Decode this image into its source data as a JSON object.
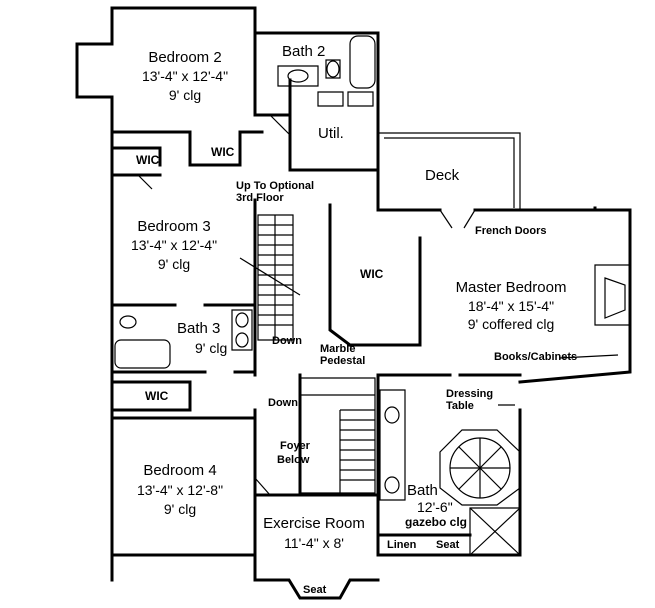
{
  "rooms": {
    "bedroom2": {
      "name": "Bedroom 2",
      "dims": "13'-4\" x 12'-4\"",
      "ceiling": "9' clg"
    },
    "bath2": {
      "name": "Bath 2"
    },
    "util": {
      "name": "Util."
    },
    "wic_b2a": {
      "name": "WIC"
    },
    "wic_b2b": {
      "name": "WIC"
    },
    "stair_note": {
      "line1": "Up To Optional",
      "line2": "3rd Floor"
    },
    "bedroom3": {
      "name": "Bedroom 3",
      "dims": "13'-4\" x 12'-4\"",
      "ceiling": "9' clg"
    },
    "bath3": {
      "name": "Bath 3",
      "ceiling": "9' clg"
    },
    "wic_b4": {
      "name": "WIC"
    },
    "bedroom4": {
      "name": "Bedroom 4",
      "dims": "13'-4\" x 12'-8\"",
      "ceiling": "9' clg"
    },
    "deck": {
      "name": "Deck"
    },
    "french_doors": {
      "name": "French Doors"
    },
    "wic_master": {
      "name": "WIC"
    },
    "master": {
      "name": "Master Bedroom",
      "dims": "18'-4\" x 15'-4\"",
      "ceiling": "9' coffered clg"
    },
    "books": {
      "name": "Books/Cabinets"
    },
    "down1": {
      "name": "Down"
    },
    "marble": {
      "line1": "Marble",
      "line2": "Pedestal"
    },
    "down2": {
      "name": "Down"
    },
    "dressing": {
      "line1": "Dressing",
      "line2": "Table"
    },
    "foyer": {
      "line1": "Foyer",
      "line2": "Below"
    },
    "master_bath": {
      "name": "Bath",
      "dims": "12'-6\"",
      "ceiling": "gazebo clg"
    },
    "exercise": {
      "name": "Exercise Room",
      "dims": "11'-4\" x 8'"
    },
    "linen": {
      "name": "Linen"
    },
    "seat_bath": {
      "name": "Seat"
    },
    "seat_bay": {
      "name": "Seat"
    }
  }
}
